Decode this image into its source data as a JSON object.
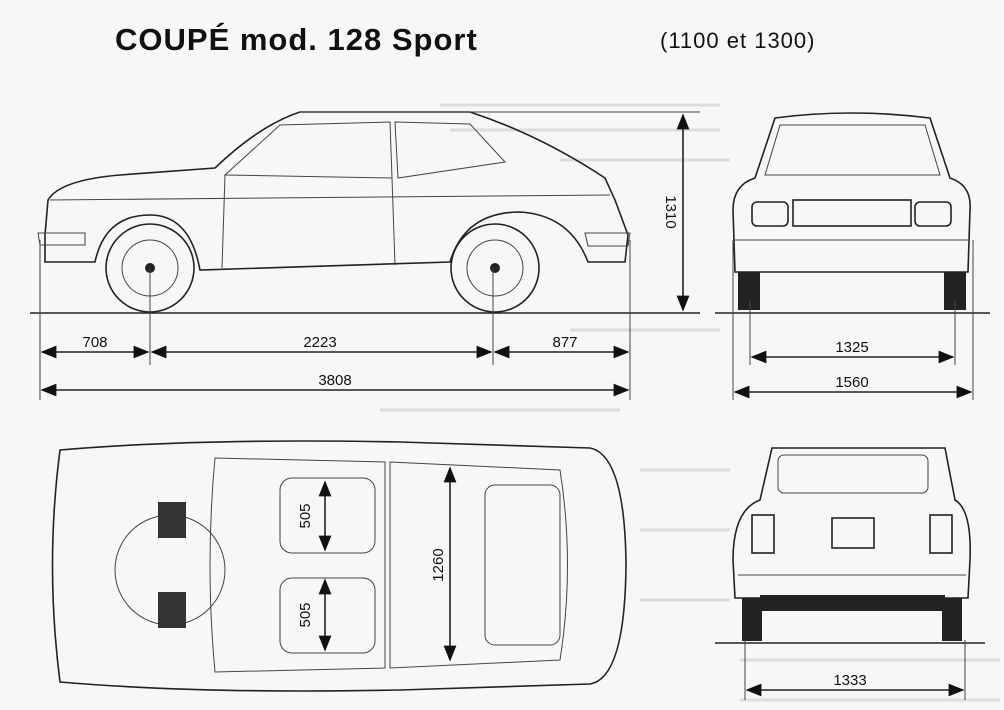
{
  "title": "COUPÉ mod. 128 Sport",
  "subtitle": "(1100 et 1300)",
  "dimensions": {
    "height": "1310",
    "front_overhang": "708",
    "wheelbase": "2223",
    "rear_overhang": "877",
    "length": "3808",
    "front_track": "1325",
    "width": "1560",
    "seat_width_front": "505",
    "seat_width_rear": "505",
    "interior_width": "1260",
    "rear_track": "1333"
  },
  "colors": {
    "ink": "#222222",
    "paper": "#f7f7f5"
  }
}
